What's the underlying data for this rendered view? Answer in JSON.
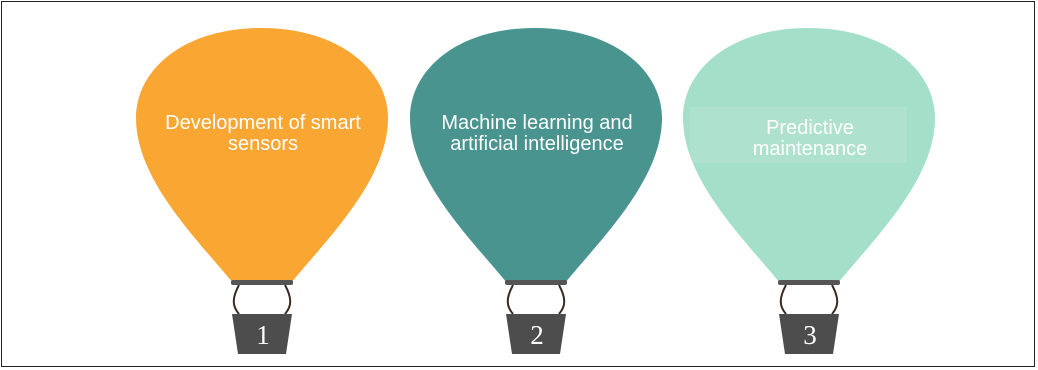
{
  "balloons": [
    {
      "lines": [
        "Development of smart",
        "sensors"
      ],
      "number": "1",
      "color": "#FAA633"
    },
    {
      "lines": [
        "Machine learning and",
        "artificial intelligence"
      ],
      "number": "2",
      "color": "#4A948F"
    },
    {
      "lines": [
        "Predictive",
        "maintenance"
      ],
      "number": "3",
      "color": "#A3DFC9"
    }
  ],
  "colors": {
    "basket": "#4D4D4D",
    "rope": "#3A2A22",
    "rim": "#555555"
  }
}
